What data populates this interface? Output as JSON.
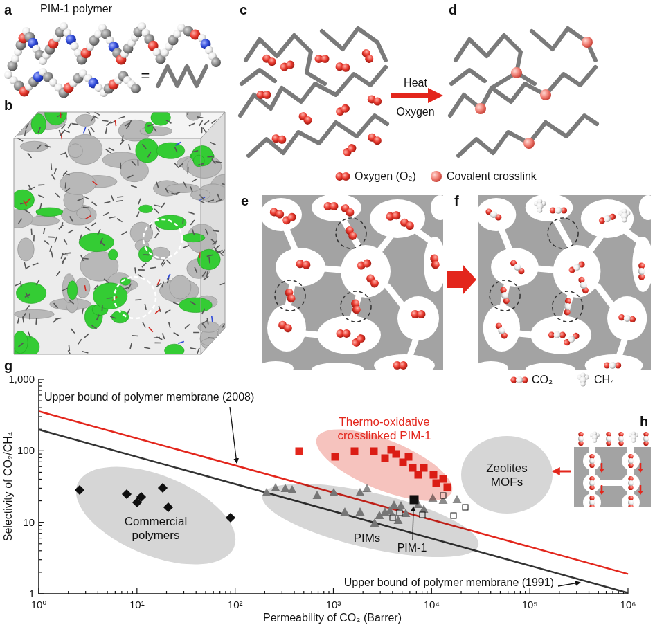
{
  "diagram": {
    "nodes": [
      {
        "text": [
          "Commercial polymers"
        ]
      },
      {
        "text": [
          "PIMs"
        ]
      },
      {
        "text": [
          "Thermo-oxidative crosslinked PIM-1"
        ]
      },
      {
        "text": [
          "Zeolites MOFs"
        ]
      },
      {
        "text": [
          "h"
        ]
      }
    ],
    "edges": [
      {
        "from": 4,
        "to": 3,
        "arrow": "to"
      }
    ],
    "labels": [
      "a",
      "PIM-1 polymer",
      "=",
      "b",
      "c",
      "d",
      "Heat",
      "Oxygen",
      "e",
      "f",
      "g",
      "Upper bound of polymer membrane (2008)",
      "Upper bound of polymer membrane (1991)",
      "PIM-1",
      "1,000",
      "100",
      "10",
      "1",
      "10⁰",
      "10¹",
      "10²",
      "10³",
      "10⁴",
      "10⁵",
      "10⁶",
      "Selectivity of CO₂/CH₄",
      "Permeability of CO₂ (Barrer)"
    ],
    "legend": [
      {
        "text": "Oxygen (O₂)"
      },
      {
        "text": "Covalent crosslink"
      },
      {
        "text": "CO₂"
      },
      {
        "text": "CH₄"
      }
    ]
  }
}
